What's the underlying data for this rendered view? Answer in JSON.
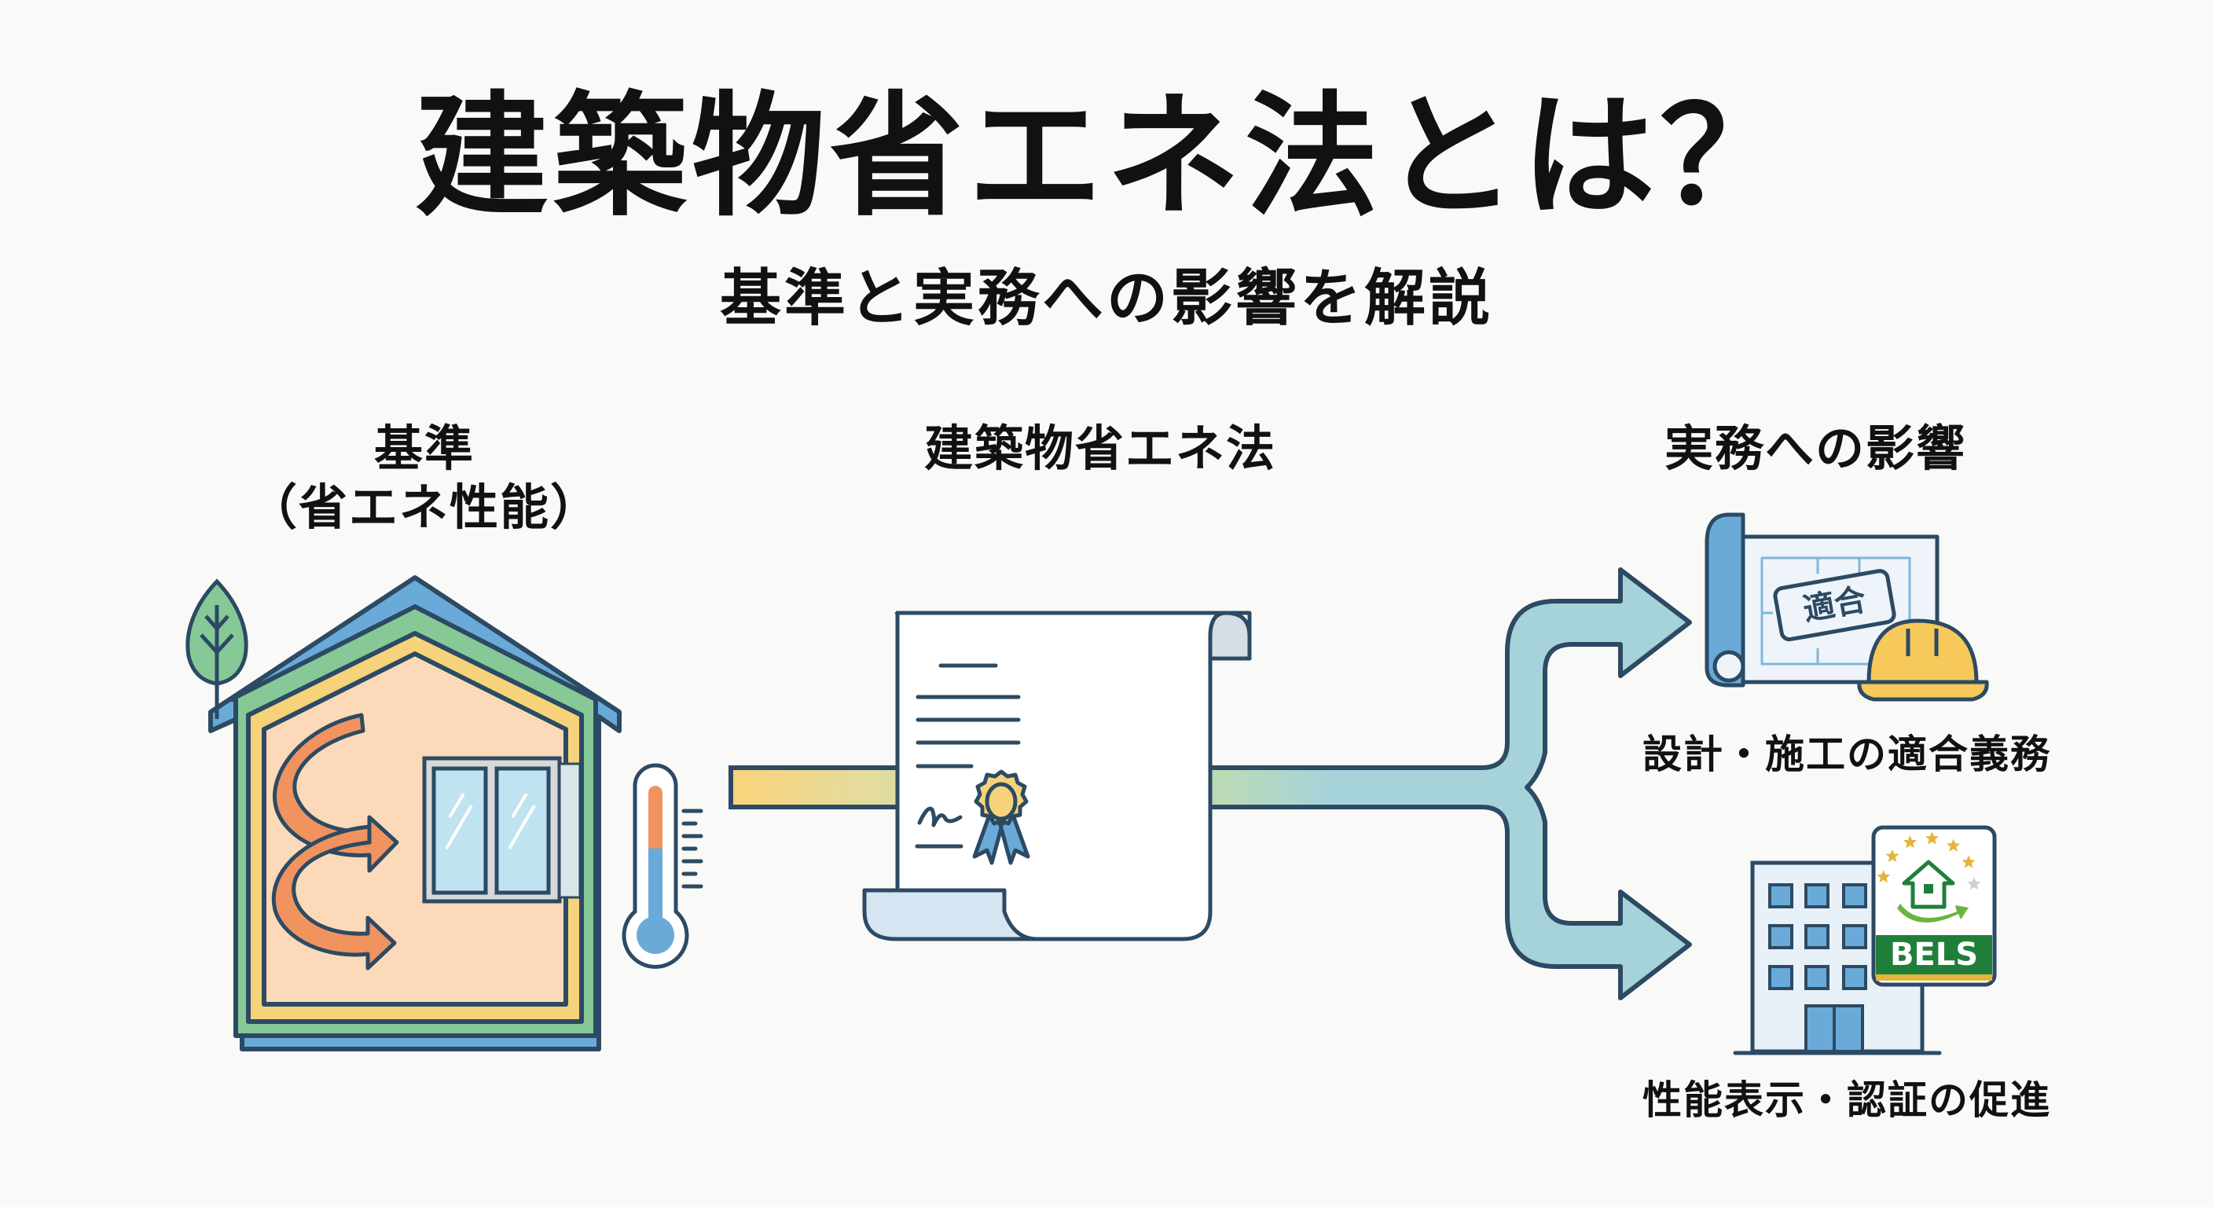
{
  "header": {
    "title": "建築物省エネ法とは？",
    "subtitle": "基準と実務への影響を解説"
  },
  "columns": {
    "left": {
      "heading": "基準",
      "subheading": "（省エネ性能）"
    },
    "middle": {
      "heading": "建築物省エネ法"
    },
    "right": {
      "heading": "実務への影響"
    }
  },
  "outcomes": [
    {
      "label": "設計・施工の適合義務",
      "stamp": "適合"
    },
    {
      "label": "性能表示・認証の促進",
      "badge": "BELS",
      "stars_filled": 6,
      "stars_total": 7
    }
  ],
  "icons": {
    "left": [
      "leaf-icon",
      "house-insulation-icon",
      "heat-arrows-icon",
      "window-icon",
      "thermometer-icon"
    ],
    "middle": [
      "certificate-scroll-icon",
      "award-ribbon-icon"
    ],
    "right": [
      "blueprint-icon",
      "hard-hat-icon",
      "office-building-icon",
      "bels-badge-icon"
    ]
  },
  "colors": {
    "outline": "#2c4a63",
    "roof_blue": "#6aaad8",
    "insulation_green": "#86c997",
    "insulation_yellow": "#f6d27a",
    "interior_peach": "#fcd9b8",
    "heat_orange": "#f0935f",
    "arrow_teal": "#a6d3da",
    "bels_green": "#1f7f3a",
    "star_gold": "#e2b53c"
  }
}
